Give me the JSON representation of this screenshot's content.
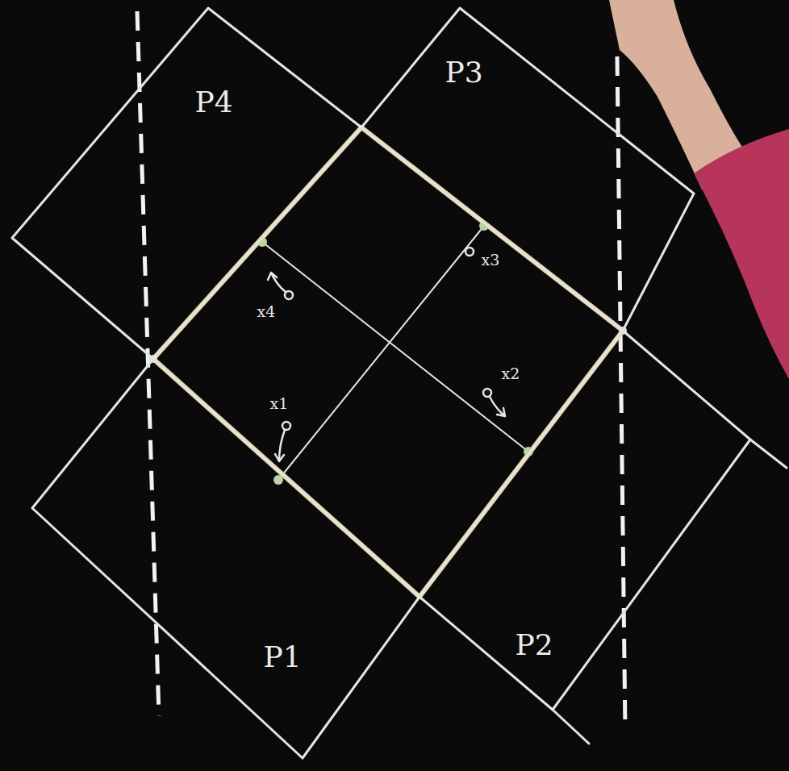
{
  "diagram": {
    "nodes": [
      {
        "text": [
          "P4"
        ]
      },
      {
        "text": [
          "P3"
        ]
      },
      {
        "text": [
          "P1"
        ]
      },
      {
        "text": [
          "P2"
        ]
      }
    ],
    "labels": [
      "x3",
      "x4",
      "x2",
      "x1"
    ]
  }
}
